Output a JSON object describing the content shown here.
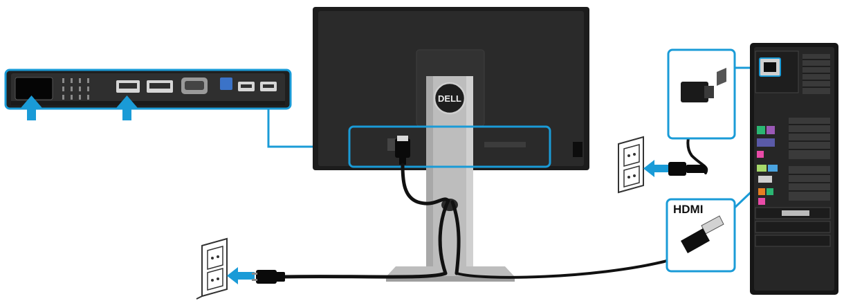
{
  "diagram": {
    "labels": {
      "hdmi": "HDMI",
      "brand": "DELL"
    },
    "colors": {
      "callout": "#1a9bd7",
      "panel": "#2b2b2b",
      "port": "#cfcfcf",
      "arrow": "#1a9bd7",
      "stand": "#b9b9b9",
      "cable": "#111111"
    },
    "icons": [
      "monitor-back",
      "monitor-stand",
      "io-port-panel",
      "wall-outlet-icon",
      "power-plug-icon",
      "hdmi-plug-icon",
      "desktop-tower",
      "up-arrow-icon",
      "left-arrow-icon"
    ]
  }
}
